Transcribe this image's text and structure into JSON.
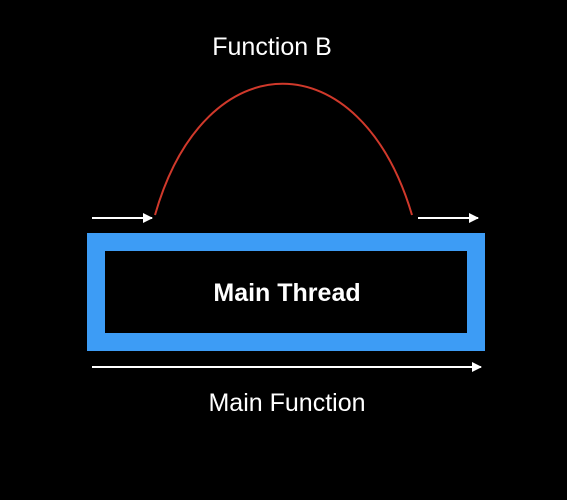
{
  "labels": {
    "function_b": "Function B",
    "main_thread": "Main Thread",
    "main_function": "Main Function"
  },
  "colors": {
    "background": "#000000",
    "thread_box": "#3d9cf5",
    "function_b_curve": "#d0392b",
    "arrows": "#ffffff",
    "text": "#ffffff"
  }
}
